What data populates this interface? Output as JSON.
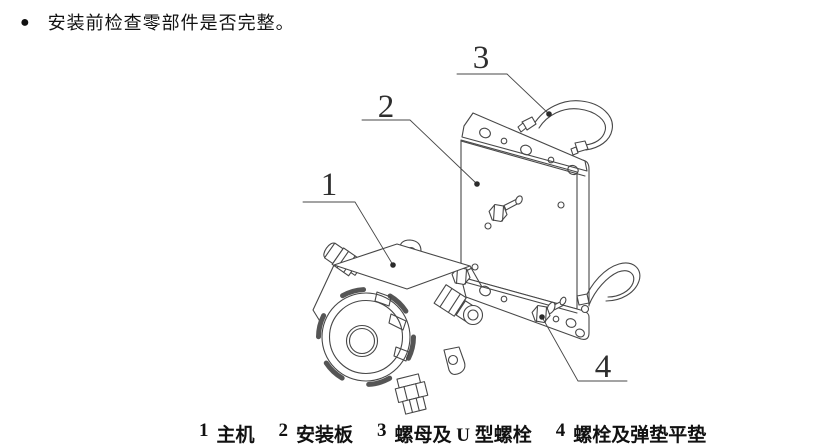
{
  "colors": {
    "line": "#474747",
    "text": "#111111",
    "background": "#ffffff"
  },
  "note": {
    "bullet_icon": "●",
    "text": "安装前检查零部件是否完整。"
  },
  "figure": {
    "callouts": [
      {
        "num": "1"
      },
      {
        "num": "2"
      },
      {
        "num": "3"
      },
      {
        "num": "4"
      }
    ],
    "caption_items": [
      {
        "num": "1",
        "label": "主机"
      },
      {
        "num": "2",
        "label": "安装板"
      },
      {
        "num": "3",
        "label": "螺母及 U 型螺栓"
      },
      {
        "num": "4",
        "label": "螺栓及弹垫平垫"
      }
    ]
  }
}
